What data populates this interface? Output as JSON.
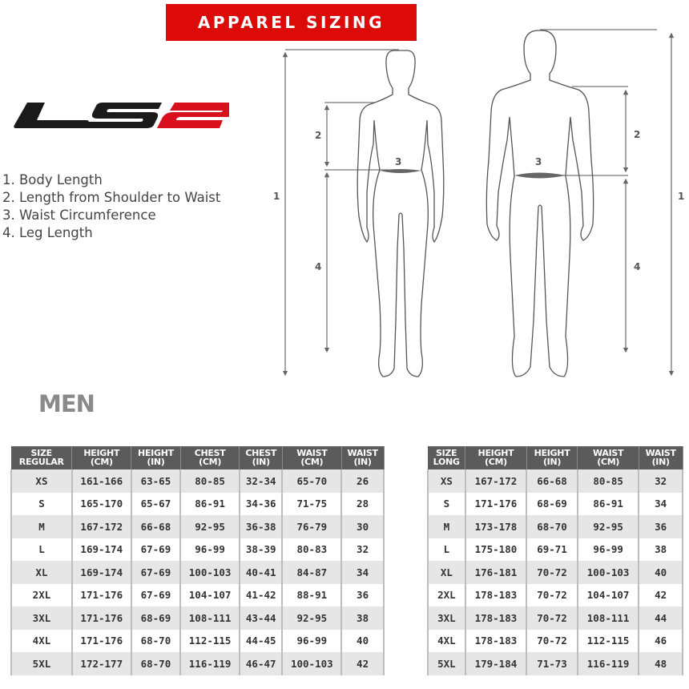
{
  "banner": {
    "title": "APPAREL SIZING"
  },
  "brand": {
    "logo_text": "LS2",
    "colors": {
      "black": "#1a1a1a",
      "red": "#d80f1c"
    }
  },
  "legend": [
    "1. Body Length",
    "2. Length from Shoulder to Waist",
    "3. Waist Circumference",
    "4. Leg Length"
  ],
  "diagrams": {
    "female": {
      "labels": [
        "1",
        "2",
        "3",
        "4"
      ]
    },
    "male": {
      "labels": [
        "1",
        "2",
        "3",
        "4"
      ]
    }
  },
  "section_title": "MEN",
  "regular_table": {
    "headers": [
      [
        "SIZE",
        "REGULAR"
      ],
      [
        "HEIGHT",
        "(CM)"
      ],
      [
        "HEIGHT",
        "(IN)"
      ],
      [
        "CHEST",
        "(CM)"
      ],
      [
        "CHEST",
        "(IN)"
      ],
      [
        "WAIST",
        "(CM)"
      ],
      [
        "WAIST",
        "(IN)"
      ]
    ],
    "rows": [
      [
        "XS",
        "161-166",
        "63-65",
        "80-85",
        "32-34",
        "65-70",
        "26"
      ],
      [
        "S",
        "165-170",
        "65-67",
        "86-91",
        "34-36",
        "71-75",
        "28"
      ],
      [
        "M",
        "167-172",
        "66-68",
        "92-95",
        "36-38",
        "76-79",
        "30"
      ],
      [
        "L",
        "169-174",
        "67-69",
        "96-99",
        "38-39",
        "80-83",
        "32"
      ],
      [
        "XL",
        "169-174",
        "67-69",
        "100-103",
        "40-41",
        "84-87",
        "34"
      ],
      [
        "2XL",
        "171-176",
        "67-69",
        "104-107",
        "41-42",
        "88-91",
        "36"
      ],
      [
        "3XL",
        "171-176",
        "68-69",
        "108-111",
        "43-44",
        "92-95",
        "38"
      ],
      [
        "4XL",
        "171-176",
        "68-70",
        "112-115",
        "44-45",
        "96-99",
        "40"
      ],
      [
        "5XL",
        "172-177",
        "68-70",
        "116-119",
        "46-47",
        "100-103",
        "42"
      ]
    ]
  },
  "long_table": {
    "headers": [
      [
        "SIZE",
        "LONG"
      ],
      [
        "HEIGHT",
        "(CM)"
      ],
      [
        "HEIGHT",
        "(IN)"
      ],
      [
        "WAIST",
        "(CM)"
      ],
      [
        "WAIST",
        "(IN)"
      ]
    ],
    "rows": [
      [
        "XS",
        "167-172",
        "66-68",
        "80-85",
        "32"
      ],
      [
        "S",
        "171-176",
        "68-69",
        "86-91",
        "34"
      ],
      [
        "M",
        "173-178",
        "68-70",
        "92-95",
        "36"
      ],
      [
        "L",
        "175-180",
        "69-71",
        "96-99",
        "38"
      ],
      [
        "XL",
        "176-181",
        "70-72",
        "100-103",
        "40"
      ],
      [
        "2XL",
        "178-183",
        "70-72",
        "104-107",
        "42"
      ],
      [
        "3XL",
        "178-183",
        "70-72",
        "108-111",
        "44"
      ],
      [
        "4XL",
        "178-183",
        "70-72",
        "112-115",
        "46"
      ],
      [
        "5XL",
        "179-184",
        "71-73",
        "116-119",
        "48"
      ]
    ]
  }
}
